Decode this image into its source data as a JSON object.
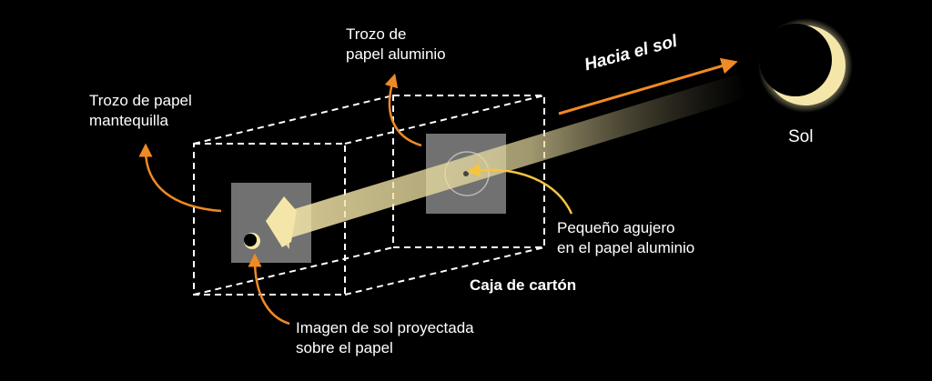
{
  "labels": {
    "foil_piece": [
      "Trozo de",
      "papel aluminio"
    ],
    "butter_paper": [
      "Trozo de papel",
      "mantequilla"
    ],
    "towards_sun": "Hacia el sol",
    "sun": "Sol",
    "small_hole": [
      "Pequeño agujero",
      "en el papel aluminio"
    ],
    "box": "Caja de cartón",
    "projected_image": [
      "Imagen de sol proyectada",
      "sobre el papel"
    ]
  },
  "colors": {
    "background": "#000000",
    "annotation_arrow": "#f08a24",
    "hole_arrow": "#f5c542",
    "light_beam": "#f4e6a8",
    "paper": "#808080",
    "box_outline": "#ffffff",
    "sun_glow": "#f4e6a8"
  }
}
